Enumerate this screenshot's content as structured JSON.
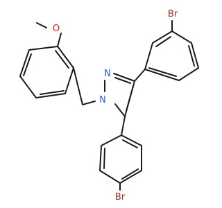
{
  "molecule": {
    "atoms": {
      "o_label": "O",
      "n1_label": "N",
      "n2_label": "N",
      "br_top_label": "Br",
      "br_bottom_label": "Br"
    },
    "colors": {
      "bond": "#1a1a1a",
      "oxygen": "#ff0d0d",
      "nitrogen": "#3050f8",
      "bromine": "#a62929",
      "background": "#ffffff"
    }
  }
}
